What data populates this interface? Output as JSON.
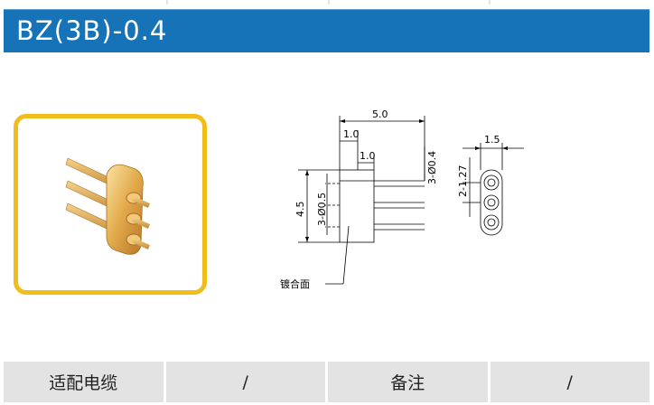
{
  "title": "BZ(3B)-0.4",
  "drawing": {
    "dim_length": "5.0",
    "dim_a": "1.0",
    "dim_b": "1.0",
    "dim_pin_dia": "3-Ø0.4",
    "dim_height": "4.5",
    "dim_body_dia": "3-Ø0.5",
    "dim_pitch": "2-1.27",
    "dim_width": "1.5",
    "note_plating": "镀合面"
  },
  "footer": {
    "cells": [
      "适配电缆",
      "/",
      "备注",
      "/"
    ]
  }
}
